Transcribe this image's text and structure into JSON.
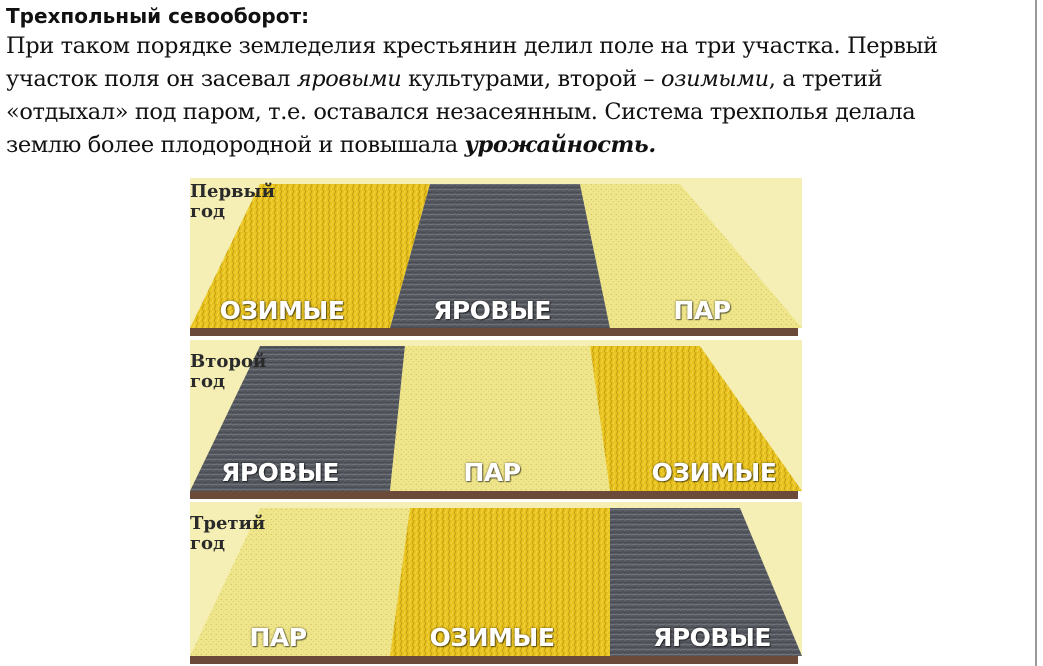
{
  "title": "Трехпольный севооборот:",
  "paragraph": {
    "l1": "При таком  порядке земледелия крестьянин делил поле на три участка. Первый",
    "l2a": "участок поля он засевал ",
    "l2b": "яровыми",
    "l2c": " культурами, второй – ",
    "l2d": "озимыми",
    "l2e": ", а третий",
    "l3": "«отдыхал» под паром, т.е. оставался незасеянным.  Система трехполья делала",
    "l4a": "землю более плодородной и повышала ",
    "l4b": "урожайность."
  },
  "rows": [
    {
      "year1": "Первый",
      "year2": "год",
      "fields": [
        "ОЗИМЫЕ",
        "ЯРОВЫЕ",
        "ПАР"
      ]
    },
    {
      "year1": "Второй",
      "year2": "год",
      "fields": [
        "ЯРОВЫЕ",
        "ПАР",
        "ОЗИМЫЕ"
      ]
    },
    {
      "year1": "Третий",
      "year2": "год",
      "fields": [
        "ПАР",
        "ОЗИМЫЕ",
        "ЯРОВЫЕ"
      ]
    }
  ],
  "colors": {
    "winter_crop": "#e8c21e",
    "spring_crop": "#55585f",
    "fallow": "#efe58a",
    "ground_line": "#6b4a3a",
    "background": "#f5efb5"
  }
}
